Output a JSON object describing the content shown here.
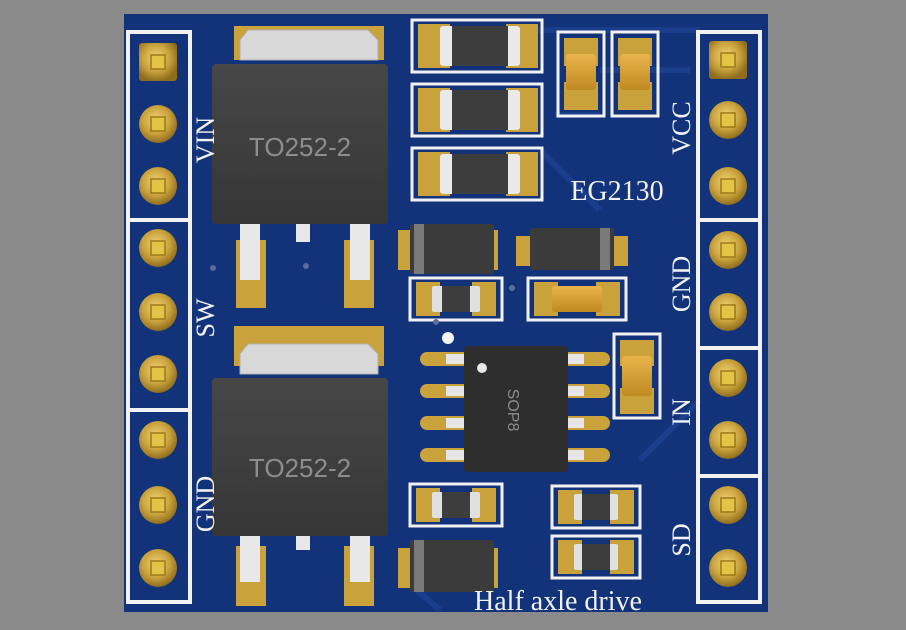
{
  "board": {
    "colors": {
      "background": "#8a8a8a",
      "pcb": "#12327a",
      "pad_gold": "#c9a23c",
      "silkscreen": "#f2f2f2",
      "chip_body": "#3c3c3c"
    },
    "left_header": {
      "labels": {
        "vin": "VIN",
        "sw": "SW",
        "gnd": "GND"
      }
    },
    "right_header": {
      "labels": {
        "vcc": "VCC",
        "gnd": "GND",
        "in": "IN",
        "sd": "SD"
      }
    },
    "components": {
      "regulator_top": "TO252-2",
      "regulator_bottom": "TO252-2",
      "driver_ic_package": "SOP8",
      "driver_ic_name": "EG2130"
    },
    "caption": "Half axle drive"
  }
}
